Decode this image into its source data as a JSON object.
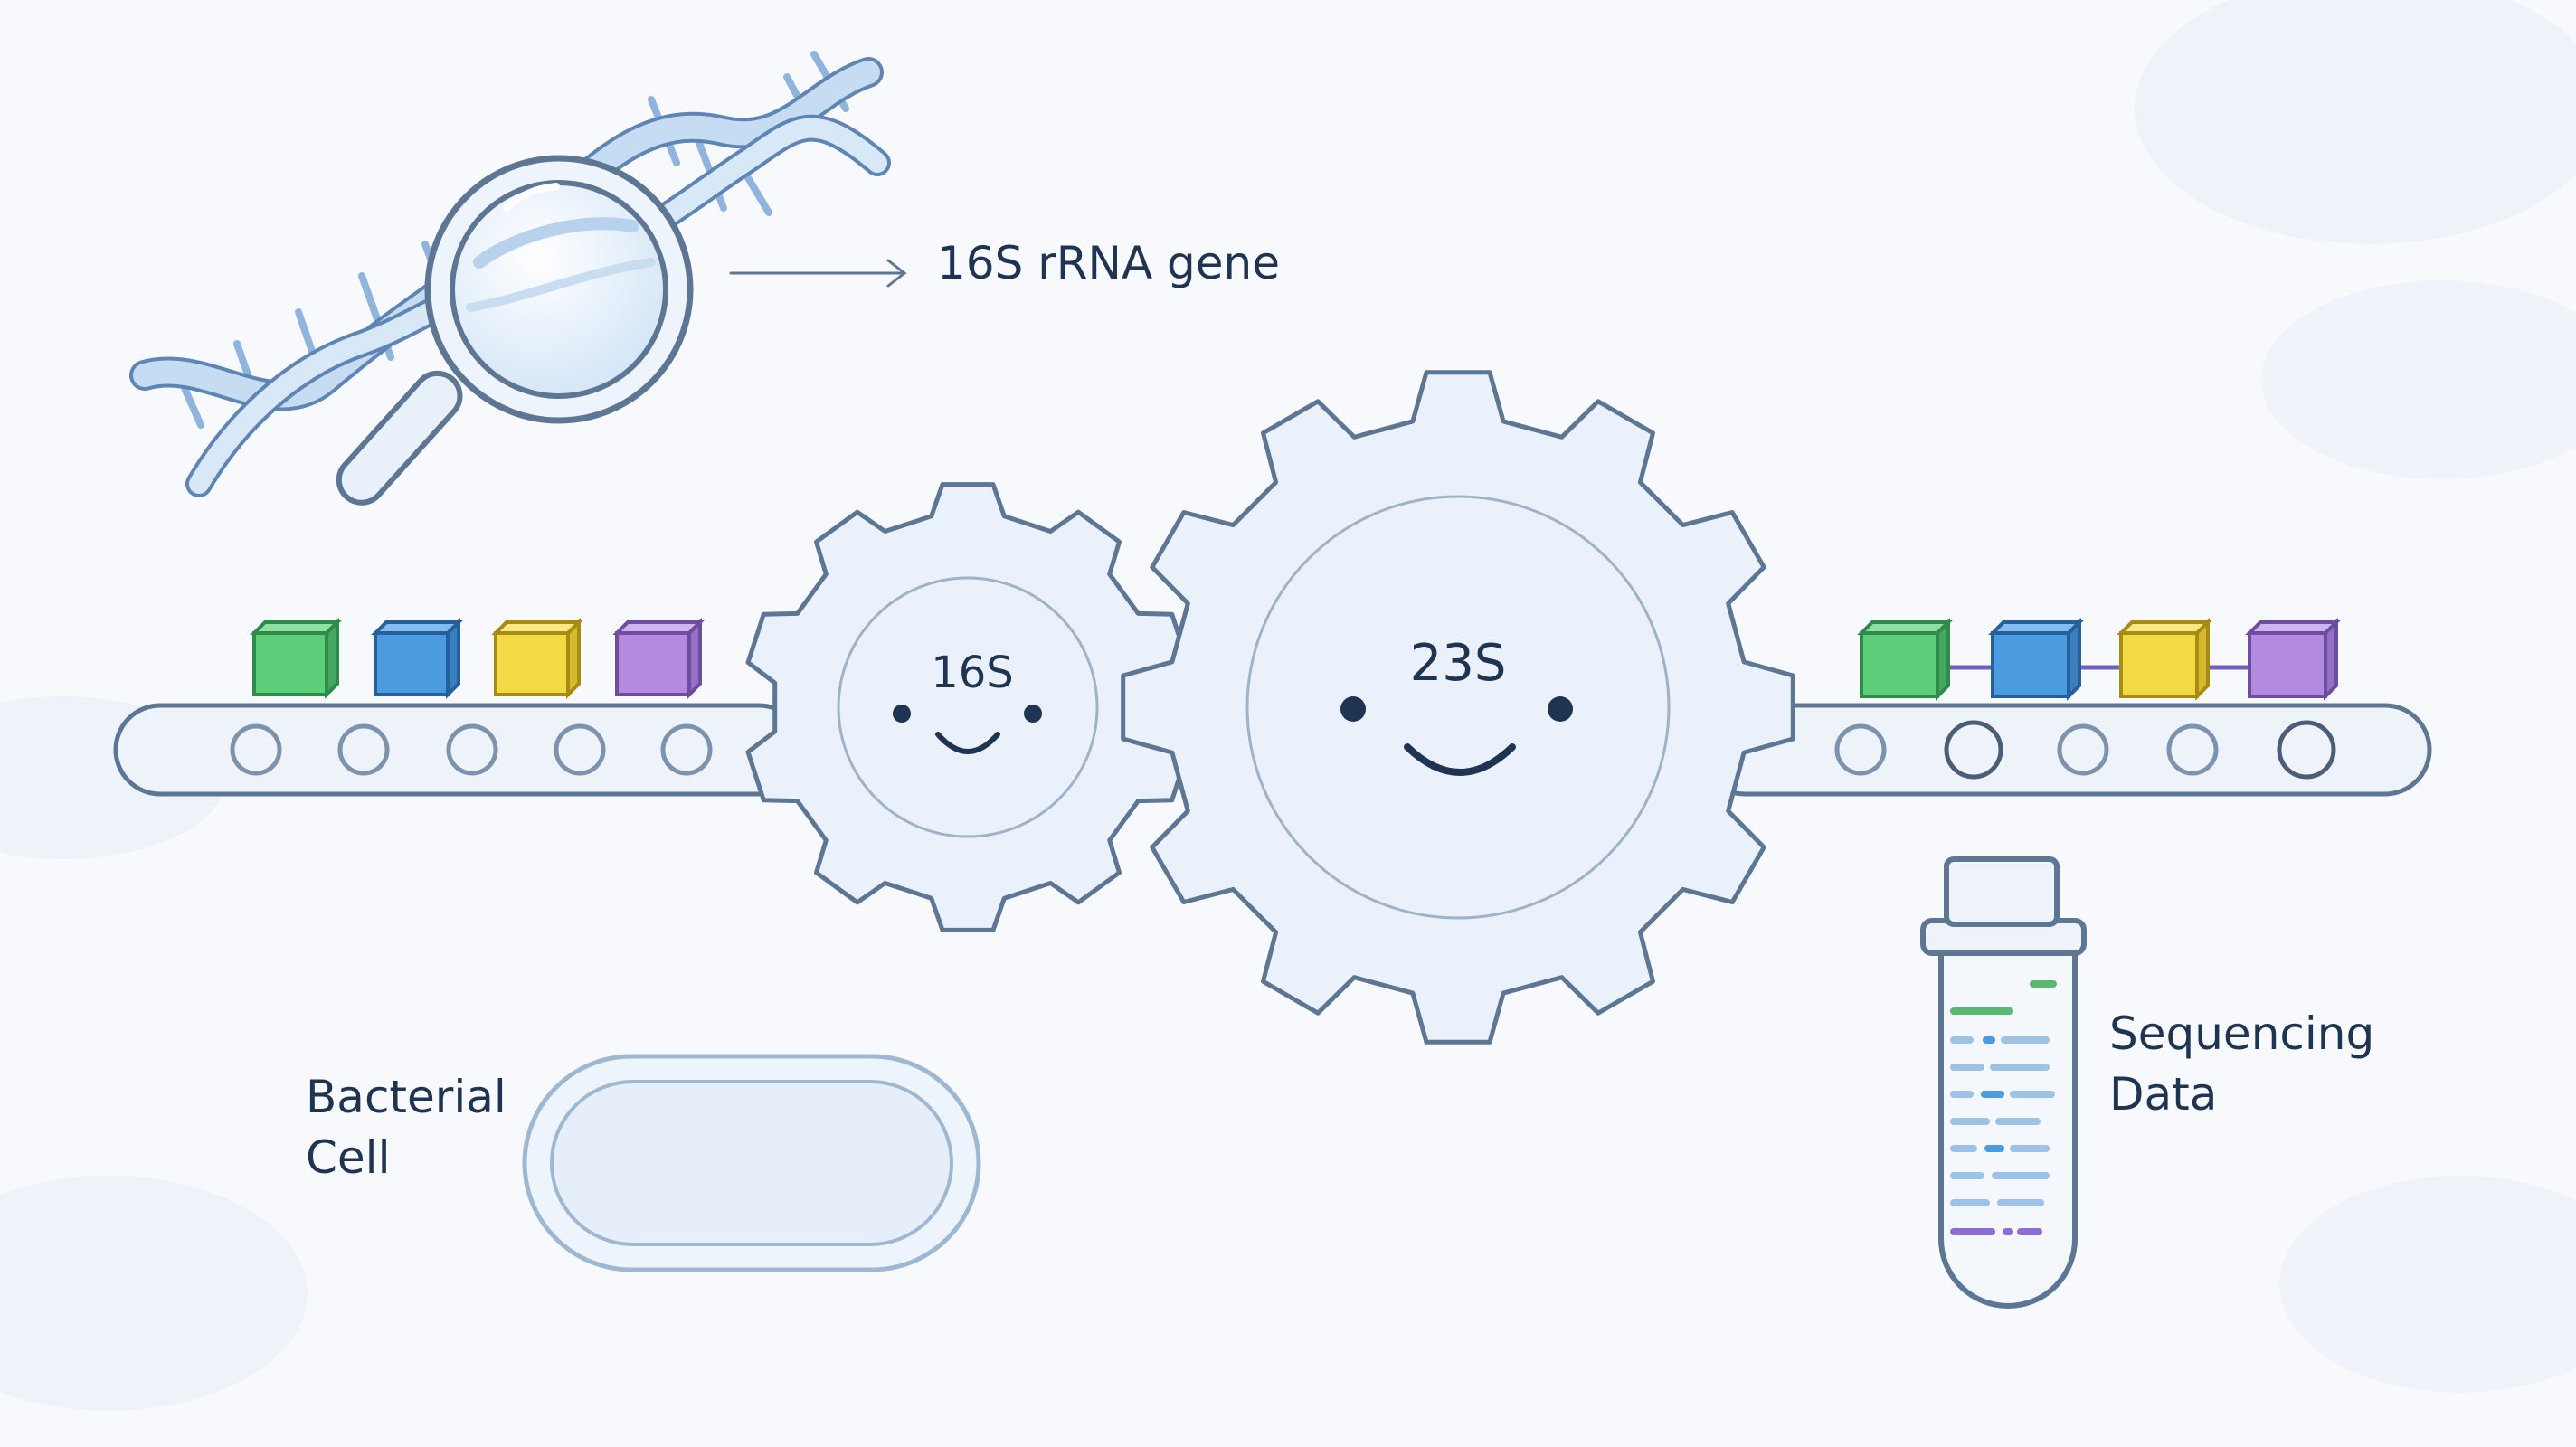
{
  "labels": {
    "gene": "16S rRNA gene",
    "small_gear": "16S",
    "large_gear": "23S",
    "cell_line1": "Bacterial",
    "cell_line2": "Cell",
    "seq_line1": "Sequencing",
    "seq_line2": "Data"
  },
  "icons": [
    "dna-helix-icon",
    "magnifying-glass-icon",
    "arrow-right-icon",
    "gear-icon",
    "test-tube-icon",
    "bacterial-cell-icon"
  ],
  "colors": {
    "outline": "#5d7694",
    "fill": "#eaf1fa",
    "dna": "#9ec1e8",
    "block_green": "#5ccd78",
    "block_blue": "#4a9be0",
    "block_yellow": "#f2da44",
    "block_purple": "#b48ae0",
    "link_purple": "#6f5fc0",
    "text": "#1f3450"
  },
  "blocks_left": [
    "green",
    "blue",
    "yellow",
    "purple"
  ],
  "blocks_right": [
    "green",
    "blue",
    "yellow",
    "purple"
  ]
}
